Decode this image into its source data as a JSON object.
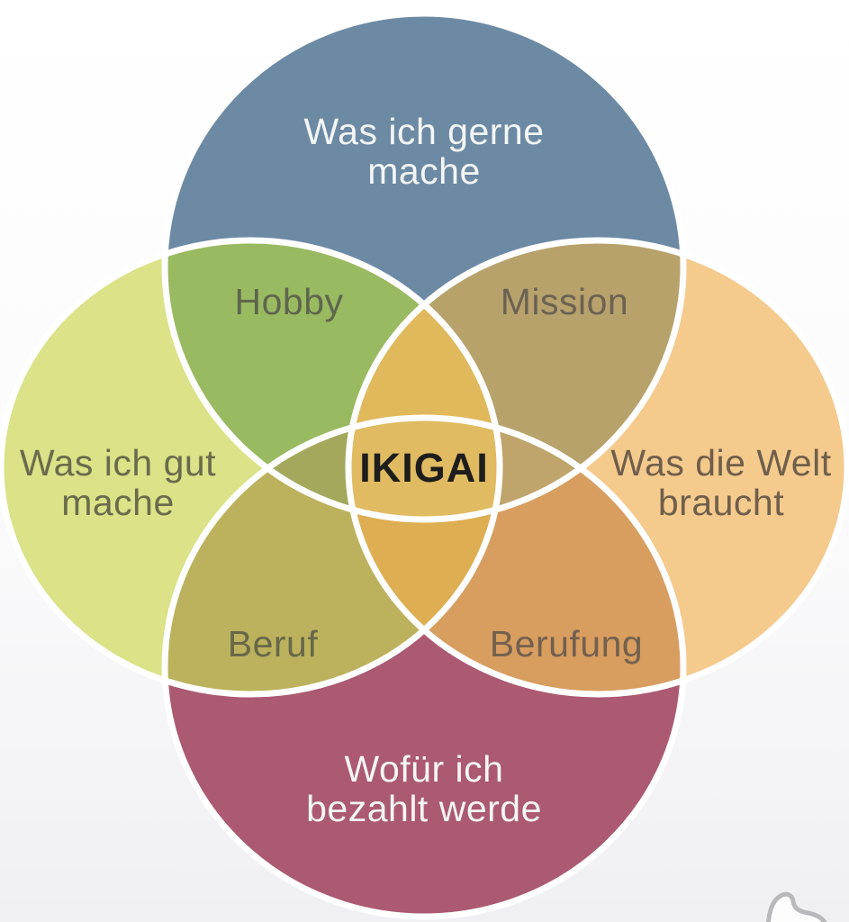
{
  "diagram": {
    "center_label": "IKIGAI",
    "circles": {
      "top": {
        "lines": [
          "Was ich gerne",
          "mache"
        ]
      },
      "left": {
        "lines": [
          "Was ich gut",
          "mache"
        ]
      },
      "right": {
        "lines": [
          "Was die Welt",
          "braucht"
        ]
      },
      "bottom": {
        "lines": [
          "Wofür ich",
          "bezahlt werde"
        ]
      }
    },
    "intersections": {
      "hobby": "Hobby",
      "mission": "Mission",
      "beruf": "Beruf",
      "berufung": "Berufung"
    }
  },
  "colors": {
    "top_circle": "#6d8aa4",
    "left_circle": "#dbe287",
    "right_circle": "#f5ca8d",
    "bottom_circle": "#ab5a71",
    "hobby_region": "#9aba62",
    "mission_region": "#b8a26c",
    "beruf_region": "#bcb25d",
    "berufung_region": "#d89e60",
    "lens_top_region": "#e0b95c",
    "lens_bottom_region": "#deae53",
    "wing_left_region": "#a4a85c",
    "wing_right_region": "#bfa46b",
    "center_region": "#e1bb62",
    "arc_stroke": "#ffffff",
    "label_light": "#f3f6f5",
    "label_hobby": "#5d674d",
    "label_mission": "#6c6253",
    "label_left": "#6a6b4c",
    "label_right": "#6f5f4b",
    "label_beruf": "#686749",
    "label_berufung": "#73604e",
    "label_center": "#1d1d1b",
    "icon_outline": "#b9b9bc",
    "icon_fill": "#fdfdfd"
  },
  "icons": {
    "bottom_right": "thumbs-up"
  }
}
